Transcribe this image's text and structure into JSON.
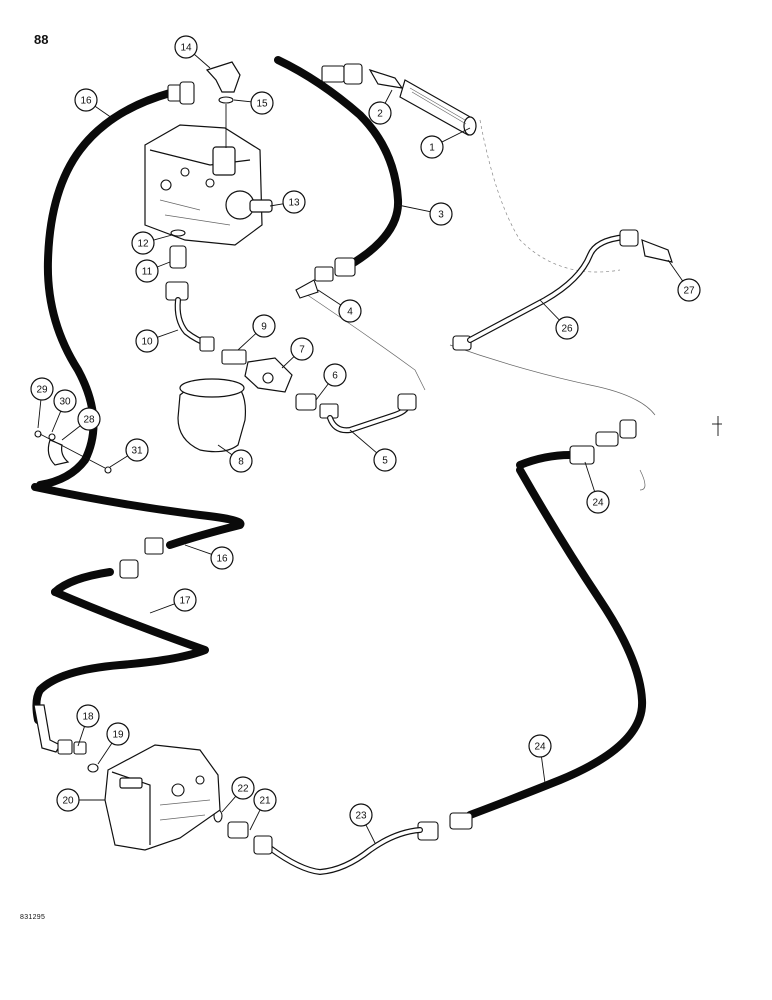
{
  "page_number": "88",
  "drawing_code": "831295",
  "callouts": [
    {
      "label": "1"
    },
    {
      "label": "2"
    },
    {
      "label": "3"
    },
    {
      "label": "4"
    },
    {
      "label": "5"
    },
    {
      "label": "6"
    },
    {
      "label": "7"
    },
    {
      "label": "8"
    },
    {
      "label": "9"
    },
    {
      "label": "10"
    },
    {
      "label": "11"
    },
    {
      "label": "12"
    },
    {
      "label": "13"
    },
    {
      "label": "14"
    },
    {
      "label": "15"
    },
    {
      "label": "16"
    },
    {
      "label": "16"
    },
    {
      "label": "17"
    },
    {
      "label": "18"
    },
    {
      "label": "19"
    },
    {
      "label": "20"
    },
    {
      "label": "21"
    },
    {
      "label": "22"
    },
    {
      "label": "23"
    },
    {
      "label": "24"
    },
    {
      "label": "24"
    },
    {
      "label": "26"
    },
    {
      "label": "27"
    },
    {
      "label": "28"
    },
    {
      "label": "29"
    },
    {
      "label": "30"
    },
    {
      "label": "31"
    }
  ]
}
